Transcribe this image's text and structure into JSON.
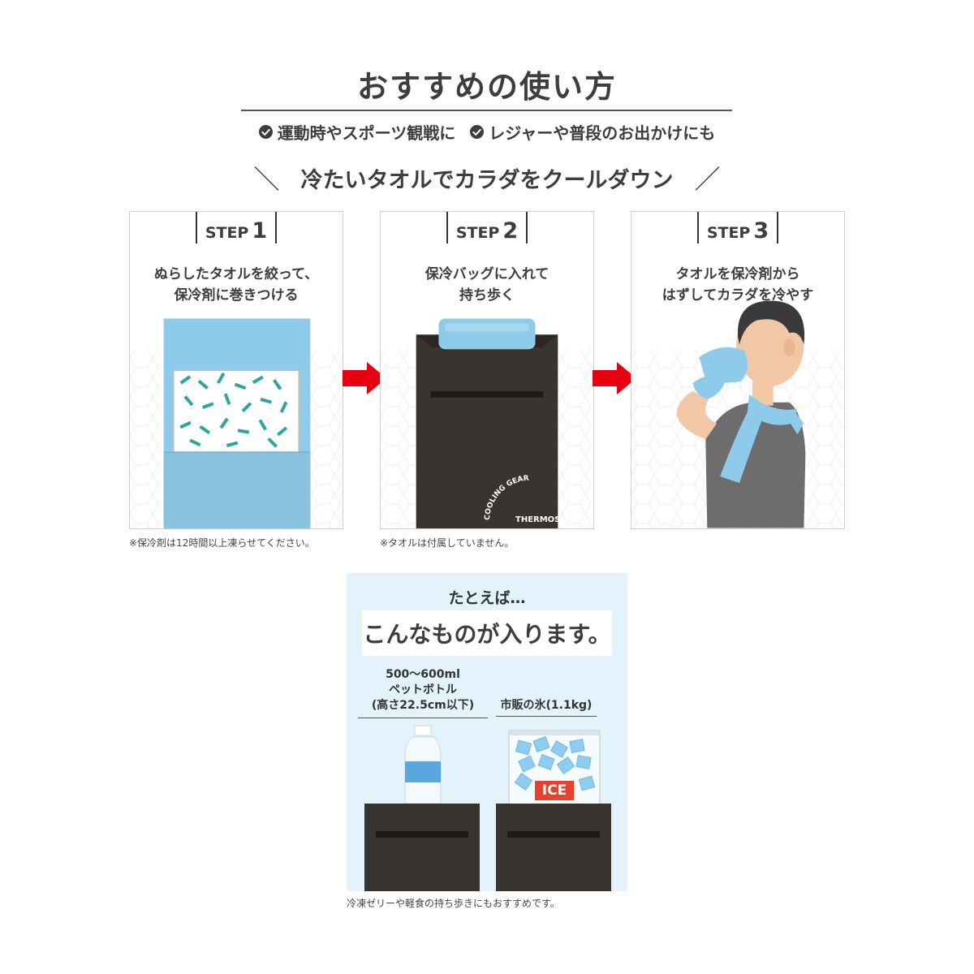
{
  "title": "おすすめの使い方",
  "uses": [
    {
      "label": "運動時やスポーツ観戦に",
      "icon": "check-circle-icon"
    },
    {
      "label": "レジャーや普段のお出かけにも",
      "icon": "check-circle-icon"
    }
  ],
  "subheading": {
    "left_mark": "＼",
    "text": "冷たいタオルでカラダをクールダウン",
    "right_mark": "／"
  },
  "steps": [
    {
      "word": "STEP",
      "number": "1",
      "line1": "ぬらしたタオルを絞って、",
      "line2": "保冷剤に巻きつける",
      "note": "※保冷剤は12時間以上凍らせてください。"
    },
    {
      "word": "STEP",
      "number": "2",
      "line1": "保冷バッグに入れて",
      "line2": "持ち歩く",
      "note": "※タオルは付属していません。"
    },
    {
      "word": "STEP",
      "number": "3",
      "line1": "タオルを保冷剤から",
      "line2": "はずしてカラダを冷やす",
      "note": ""
    }
  ],
  "bag_print": {
    "line1": "COOLING GEAR",
    "line2": "THERMOS"
  },
  "example": {
    "intro": "たとえば…",
    "heading": "こんなものが入ります。",
    "bottle": {
      "line1": "500〜600ml",
      "line2": "ペットボトル",
      "line3": "(高さ22.5cm以下)"
    },
    "ice": {
      "label": "市販の氷(1.1kg)",
      "badge": "ICE"
    },
    "note": "冷凍ゼリーや軽食の持ち歩きにもおすすめです。"
  },
  "colors": {
    "text": "#3d3d3d",
    "arrow": "#e60012",
    "towel_blue": "#8ecbea",
    "bag_dark": "#3a3431",
    "example_bg": "#e3f2fb",
    "ice_badge": "#e9412e"
  }
}
